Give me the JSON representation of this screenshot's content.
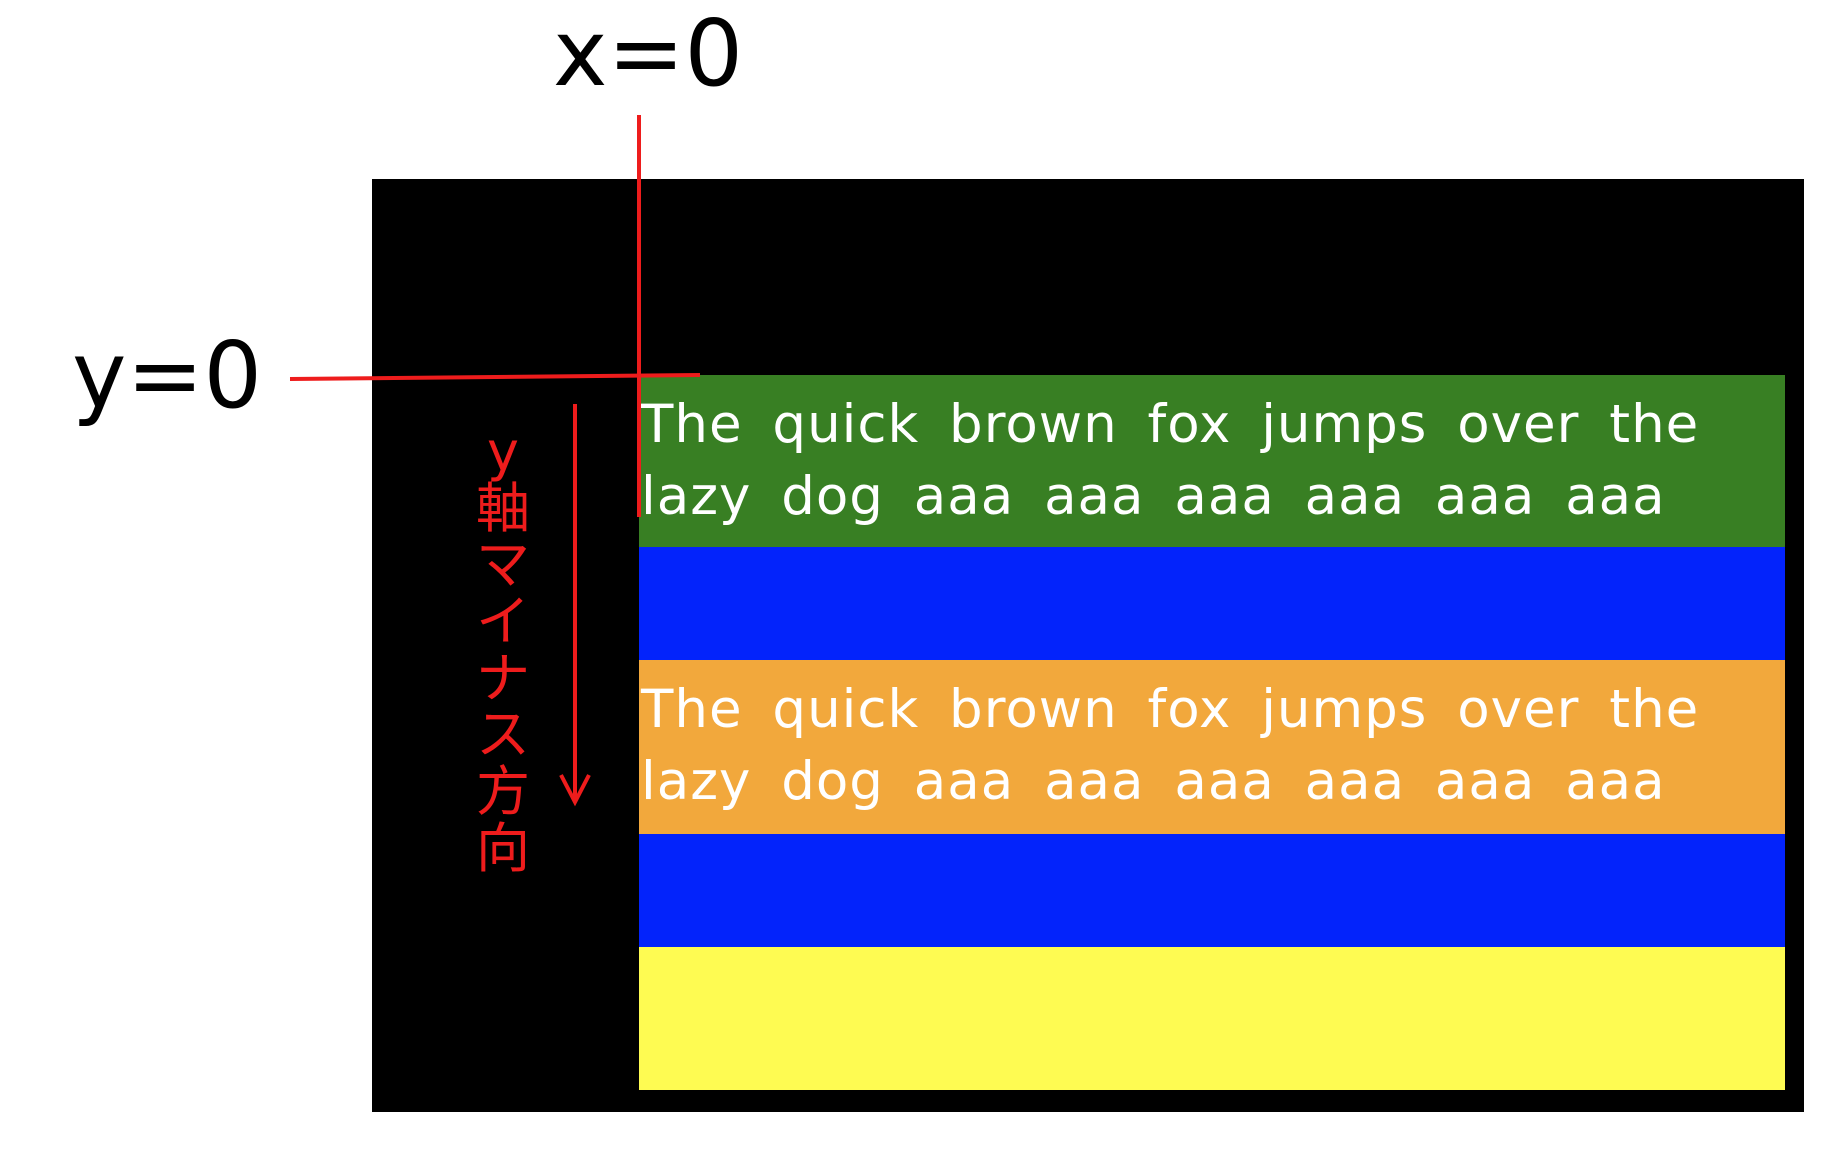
{
  "labels": {
    "x_origin": "x=0",
    "y_origin": "y=0",
    "annotation": "y軸マイナス方向"
  },
  "colors": {
    "canvas": "#000000",
    "annotation": "#ee1c1c",
    "text_on_band": "#ffffff"
  },
  "bands": [
    {
      "text": "The quick brown fox jumps over the lazy dog aaa aaa aaa aaa aaa aaa",
      "color": "#387f23"
    },
    {
      "text": "",
      "color": "#0323fb"
    },
    {
      "text": "The quick brown fox jumps over the lazy dog aaa aaa aaa aaa aaa aaa",
      "color": "#f2a83c"
    },
    {
      "text": "",
      "color": "#0323fb"
    },
    {
      "text": "",
      "color": "#fefb52"
    }
  ]
}
